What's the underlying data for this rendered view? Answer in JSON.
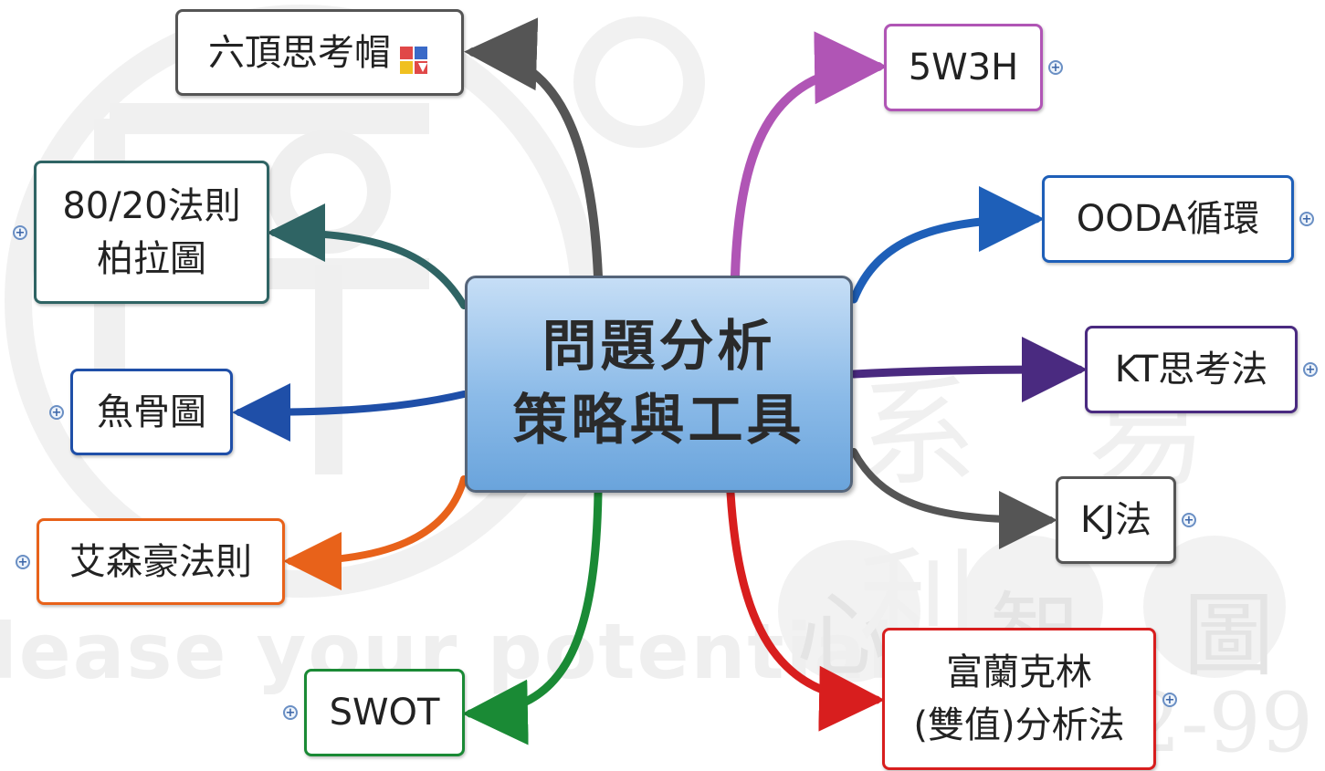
{
  "central_topic": {
    "line1": "問題分析",
    "line2": "策略與工具"
  },
  "nodes": [
    {
      "id": "six-hats",
      "lines": [
        "六頂思考帽"
      ],
      "icon": "six-hats-icon",
      "color": "#555555"
    },
    {
      "id": "pareto",
      "lines": [
        "80/20法則",
        "柏拉圖"
      ],
      "color": "#2f6464"
    },
    {
      "id": "fishbone",
      "lines": [
        "魚骨圖"
      ],
      "color": "#1f4fa8"
    },
    {
      "id": "eisenhower",
      "lines": [
        "艾森豪法則"
      ],
      "color": "#e8621a"
    },
    {
      "id": "swot",
      "lines": [
        "SWOT"
      ],
      "color": "#1a8a35"
    },
    {
      "id": "5w3h",
      "lines": [
        "5W3H"
      ],
      "color": "#b055b5"
    },
    {
      "id": "ooda",
      "lines": [
        "OODA循環"
      ],
      "color": "#1e5fb8"
    },
    {
      "id": "kt",
      "lines": [
        "KT思考法"
      ],
      "color": "#4a2a80"
    },
    {
      "id": "kj",
      "lines": [
        "KJ法"
      ],
      "color": "#555555"
    },
    {
      "id": "franklin",
      "lines": [
        "富蘭克林",
        "(雙值)分析法"
      ],
      "color": "#d81e1e"
    }
  ],
  "watermark": {
    "slogan": "lease your potential",
    "brand": "心 智 圖",
    "partial_text": "系 易 利",
    "phone_fragment": "0 2-99"
  }
}
